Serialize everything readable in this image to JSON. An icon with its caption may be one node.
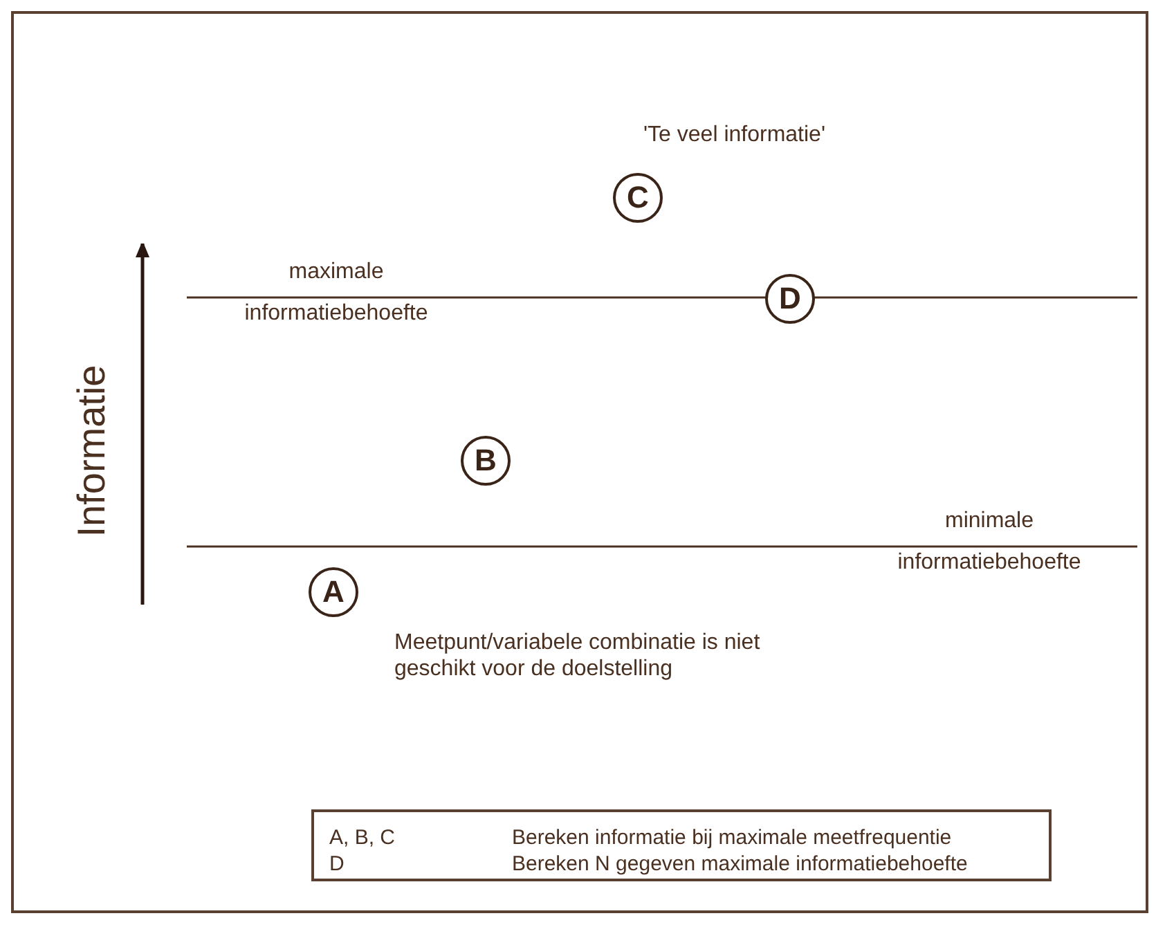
{
  "diagram": {
    "nodes": [
      {
        "text": [
          "C"
        ],
        "beside": [
          "'Te veel informatie'"
        ]
      },
      {
        "text": [
          "D"
        ]
      },
      {
        "text": [
          "B"
        ]
      },
      {
        "text": [
          "A"
        ],
        "beside": [
          "Meetpunt/variabele combinatie is niet geschikt voor de doelstelling"
        ]
      }
    ],
    "labels": [
      "maximale informatiebehoefte",
      "Informatie",
      "minimale informatiebehoefte",
      "A, B, C",
      "Bereken informatie bij maximale meetfrequentie",
      "D",
      "Bereken N gegeven maximale informatiebehoefte"
    ]
  }
}
